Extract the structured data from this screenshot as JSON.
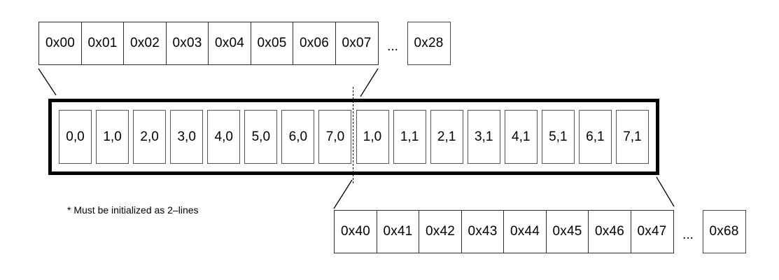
{
  "top_row": {
    "cells": [
      "0x00",
      "0x01",
      "0x02",
      "0x03",
      "0x04",
      "0x05",
      "0x06",
      "0x07"
    ],
    "ellipsis": "...",
    "tail_cell": "0x28"
  },
  "line_buffer": {
    "cells": [
      "0,0",
      "1,0",
      "2,0",
      "3,0",
      "4,0",
      "5,0",
      "6,0",
      "7,0",
      "1,0",
      "1,1",
      "2,1",
      "3,1",
      "4,1",
      "5,1",
      "6,1",
      "7,1"
    ]
  },
  "bottom_row": {
    "cells": [
      "0x40",
      "0x41",
      "0x42",
      "0x43",
      "0x44",
      "0x45",
      "0x46",
      "0x47"
    ],
    "ellipsis": "...",
    "tail_cell": "0x68"
  },
  "footnote": "* Must be initialized as 2–lines",
  "colors": {
    "background": "#ffffff",
    "thick_border": "#000000",
    "thin_border": "#2e2e2e",
    "buffer_cell_border": "#555555",
    "text": "#000000"
  }
}
